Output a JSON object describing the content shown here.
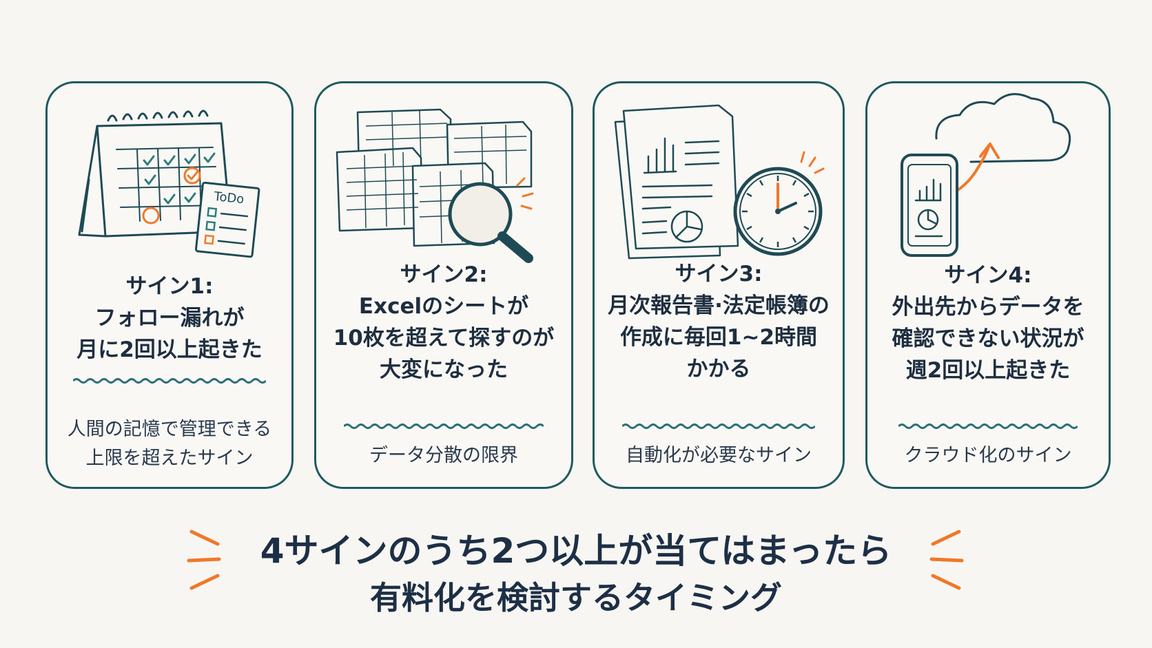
{
  "colors": {
    "accent": "#f0782a",
    "border": "#1f5a60",
    "text": "#1e2e40",
    "wave": "#2d7079"
  },
  "cards": [
    {
      "icon": "calendar-todo-icon",
      "todo_label": "ToDo",
      "title_lines": [
        "サイン1:",
        "フォロー漏れが",
        "月に2回以上起きた"
      ],
      "note_lines": [
        "人間の記憶で管理できる",
        "上限を超えたサイン"
      ]
    },
    {
      "icon": "spreadsheets-magnifier-icon",
      "title_lines": [
        "サイン2:",
        "Excelのシートが",
        "10枚を超えて探すのが",
        "大変になった"
      ],
      "note_lines": [
        "データ分散の限界"
      ]
    },
    {
      "icon": "report-clock-icon",
      "title_lines": [
        "サイン3:",
        "月次報告書·法定帳簿の",
        "作成に毎回1~2時間",
        "かかる"
      ],
      "note_lines": [
        "自動化が必要なサイン"
      ]
    },
    {
      "icon": "phone-cloud-icon",
      "title_lines": [
        "サイン4:",
        "外出先からデータを",
        "確認できない状況が",
        "週2回以上起きた"
      ],
      "note_lines": [
        "クラウド化のサイン"
      ]
    }
  ],
  "conclusion": {
    "line1": "4サインのうち2つ以上が当てはまったら",
    "line2": "有料化を検討するタイミング"
  }
}
